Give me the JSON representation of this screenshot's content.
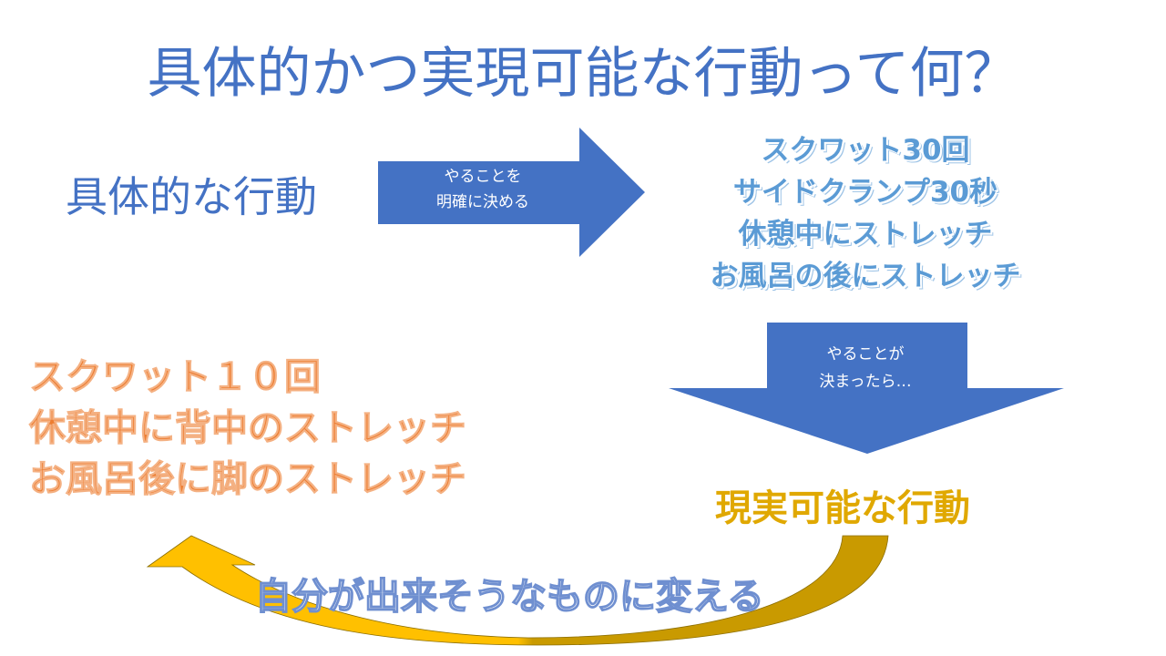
{
  "title": "具体的かつ実現可能な行動って何？",
  "concrete_label": "具体的な行動",
  "arrow1": {
    "line1": "やることを",
    "line2": "明確に決める"
  },
  "concrete_list": [
    "スクワット30回",
    "サイドクランプ30秒",
    "休憩中にストレッチ",
    "お風呂の後にストレッチ"
  ],
  "arrow2": {
    "line1": "やることが",
    "line2": "決まったら…"
  },
  "realistic_label": "現実可能な行動",
  "realistic_list": [
    "スクワット１０回",
    "休憩中に背中のストレッチ",
    "お風呂後に脚のストレッチ"
  ],
  "curved_arrow_label": "自分が出来そうなものに変える",
  "colors": {
    "blue": "#4472C4",
    "light_blue": "#5B9BD5",
    "orange": "#ED7D31",
    "gold": "#FFC000",
    "dark_gold": "#C99A00"
  }
}
